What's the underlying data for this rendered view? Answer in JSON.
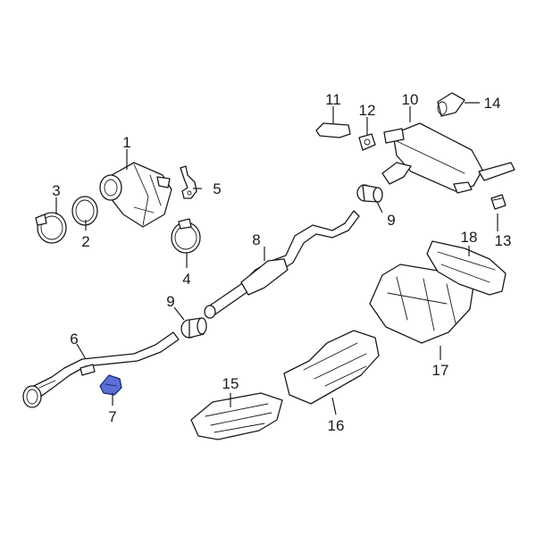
{
  "callouts": [
    {
      "label": "1"
    },
    {
      "label": "2"
    },
    {
      "label": "3"
    },
    {
      "label": "4"
    },
    {
      "label": "5"
    },
    {
      "label": "6"
    },
    {
      "label": "7"
    },
    {
      "label": "8"
    },
    {
      "label": "9"
    },
    {
      "label": "9"
    },
    {
      "label": "10"
    },
    {
      "label": "11"
    },
    {
      "label": "12"
    },
    {
      "label": "13"
    },
    {
      "label": "14"
    },
    {
      "label": "15"
    },
    {
      "label": "16"
    },
    {
      "label": "17"
    },
    {
      "label": "18"
    }
  ],
  "colors": {
    "line": "#1a1a1a",
    "highlight": "#5b6fd4",
    "background": "#ffffff"
  }
}
